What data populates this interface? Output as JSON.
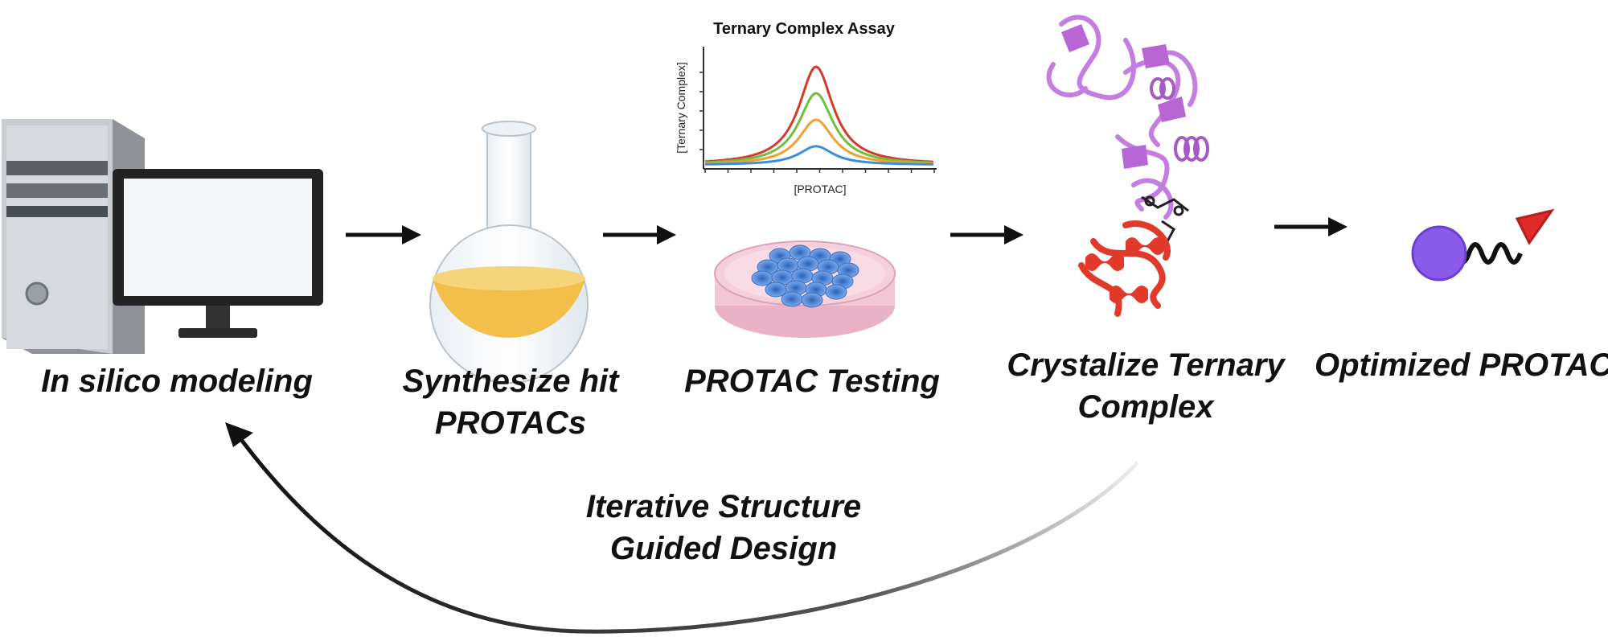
{
  "labels": {
    "in_silico": "In silico modeling",
    "synthesize_line1": "Synthesize hit",
    "synthesize_line2": "PROTACs",
    "testing": "PROTAC Testing",
    "crystalize_line1": "Crystalize Ternary",
    "crystalize_line2": "Complex",
    "optimized": "Optimized PROTAC",
    "iterative_line1": "Iterative Structure",
    "iterative_line2": "Guided Design"
  },
  "assay_chart": {
    "title": "Ternary Complex Assay",
    "ylabel": "[Ternary Complex]",
    "xlabel": "[PROTAC]"
  },
  "chart_data": {
    "type": "line",
    "title": "Ternary Complex Assay",
    "xlabel": "[PROTAC]",
    "ylabel": "[Ternary Complex]",
    "series_colors": [
      "#d43a2c",
      "#6fbf3c",
      "#f0a030",
      "#3a8fd8"
    ],
    "relative_peak_heights": [
      1.0,
      0.73,
      0.46,
      0.19
    ],
    "baseline": 0.0
  },
  "colors": {
    "arrow": "#111111",
    "flask_liquid": "#f2c04a",
    "petri_dish": "#f6c9d8",
    "cells": "#4f86d6",
    "protein_purple": "#c47de0",
    "protein_red": "#e23a2a",
    "protac_circle": "#8a5ae8",
    "protac_triangle": "#e12a2a"
  },
  "icons": [
    "computer-icon",
    "flask-icon",
    "petri-dish-icon",
    "protein-structure-icon",
    "protac-molecule-icon"
  ]
}
